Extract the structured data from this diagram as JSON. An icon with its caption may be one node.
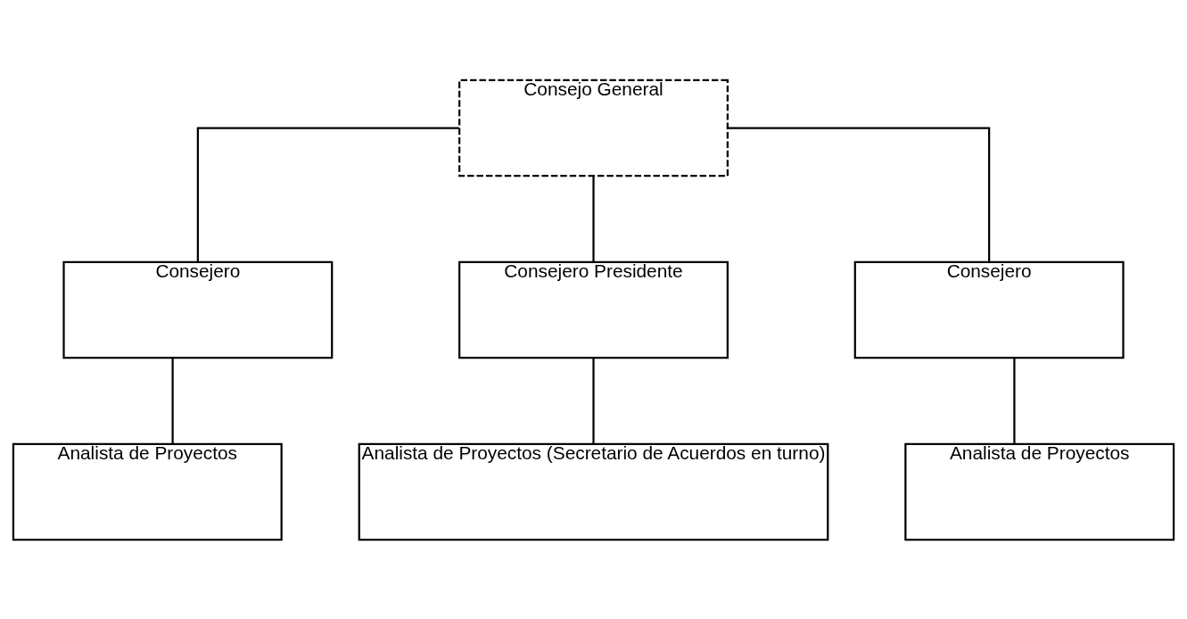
{
  "diagram": {
    "nodes": [
      {
        "text": [
          "Consejo General"
        ]
      },
      {
        "text": [
          "Consejero"
        ]
      },
      {
        "text": [
          "Consejero Presidente"
        ]
      },
      {
        "text": [
          "Consejero"
        ]
      },
      {
        "text": [
          "Analista de Proyectos"
        ]
      },
      {
        "text": [
          "Analista de Proyectos (Secretario de Acuerdos en turno)"
        ]
      },
      {
        "text": [
          "Analista de Proyectos"
        ]
      }
    ],
    "edges": [
      {
        "from": 0,
        "to": 1,
        "arrow": "none"
      },
      {
        "from": 0,
        "to": 2,
        "arrow": "none"
      },
      {
        "from": 0,
        "to": 3,
        "arrow": "none"
      },
      {
        "from": 1,
        "to": 4,
        "arrow": "none"
      },
      {
        "from": 2,
        "to": 5,
        "arrow": "none"
      },
      {
        "from": 3,
        "to": 6,
        "arrow": "none"
      }
    ]
  }
}
